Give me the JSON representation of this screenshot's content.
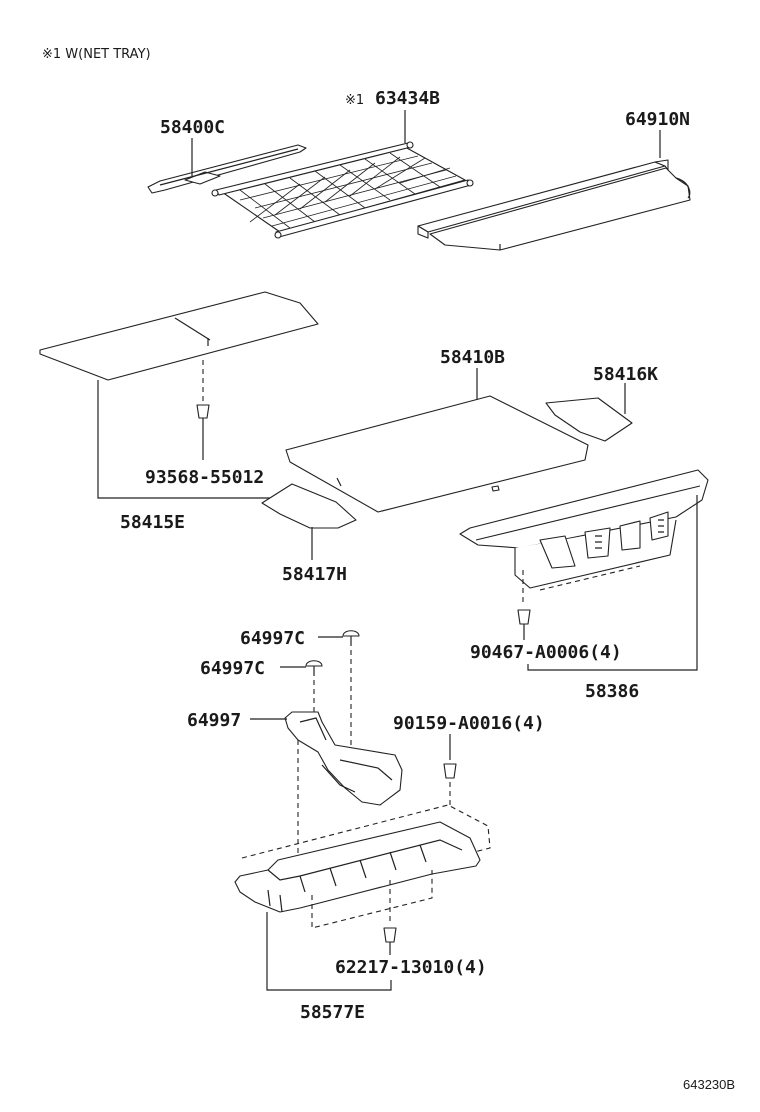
{
  "note": "※1 W(NET TRAY)",
  "diagram_id": "643230B",
  "parts": {
    "p58400C": "58400C",
    "p63434B": "63434B",
    "p63434B_mark": "※1",
    "p64910N": "64910N",
    "p58410B": "58410B",
    "p58416K": "58416K",
    "p93568": "93568-55012",
    "p58415E": "58415E",
    "p58417H": "58417H",
    "p64997C_a": "64997C",
    "p64997C_b": "64997C",
    "p64997": "64997",
    "p90467": "90467-A0006(4)",
    "p58386": "58386",
    "p90159": "90159-A0016(4)",
    "p62217": "62217-13010(4)",
    "p58577E": "58577E"
  }
}
